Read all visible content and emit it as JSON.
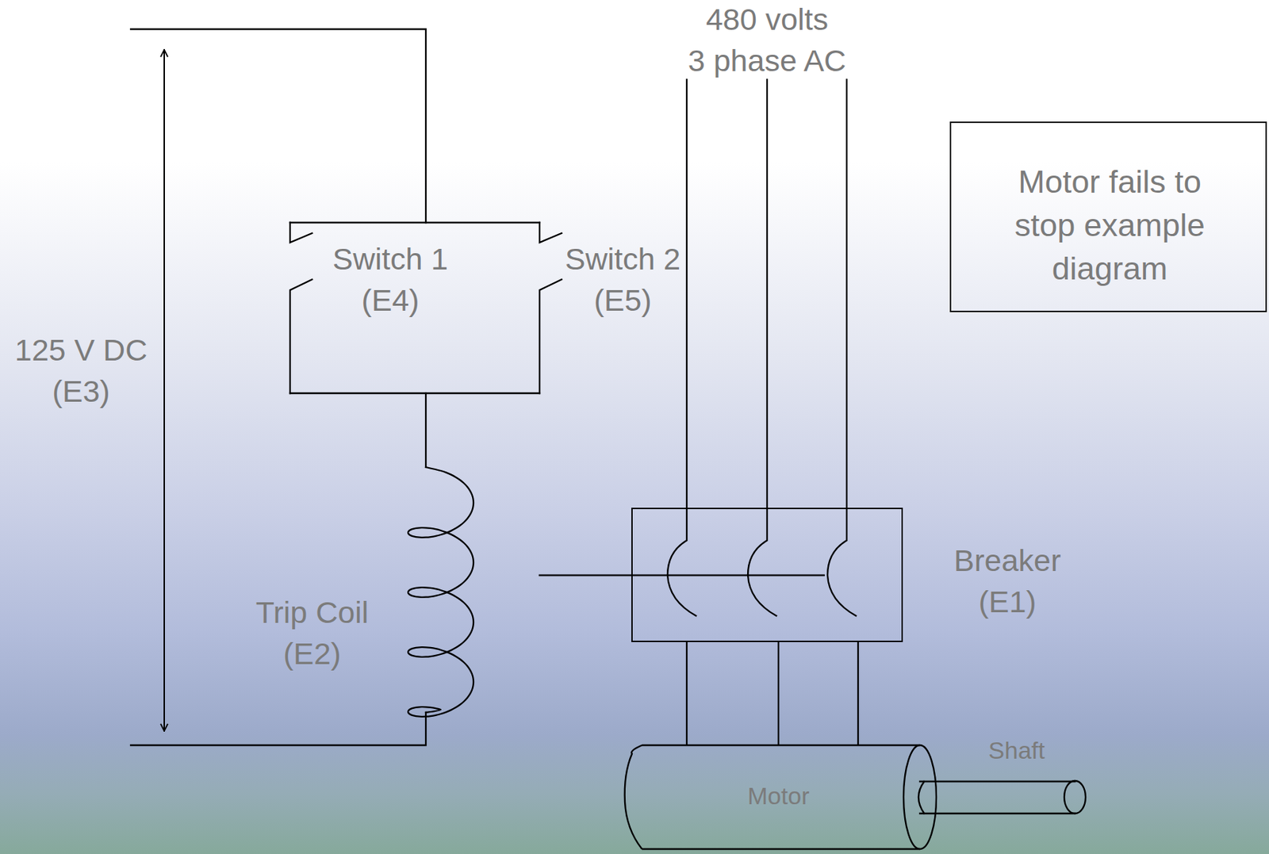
{
  "diagram": {
    "nodes": [
      {
        "text": [
          "Motor fails to stop example diagram"
        ]
      },
      {
        "text": [
          "Breaker (E1)"
        ]
      },
      {
        "text": [
          "Motor"
        ]
      }
    ],
    "edges": [
      {
        "from": 1,
        "to": 2,
        "arrow": "none"
      },
      {
        "from": 1,
        "to": 2,
        "arrow": "none"
      },
      {
        "from": 1,
        "to": 2,
        "arrow": "none"
      }
    ],
    "labels": [
      "480 volts 3 phase AC",
      "125 V DC (E3)",
      "Switch 1 (E4)",
      "Switch 2 (E5)",
      "Trip Coil (E2)",
      "Shaft"
    ]
  }
}
